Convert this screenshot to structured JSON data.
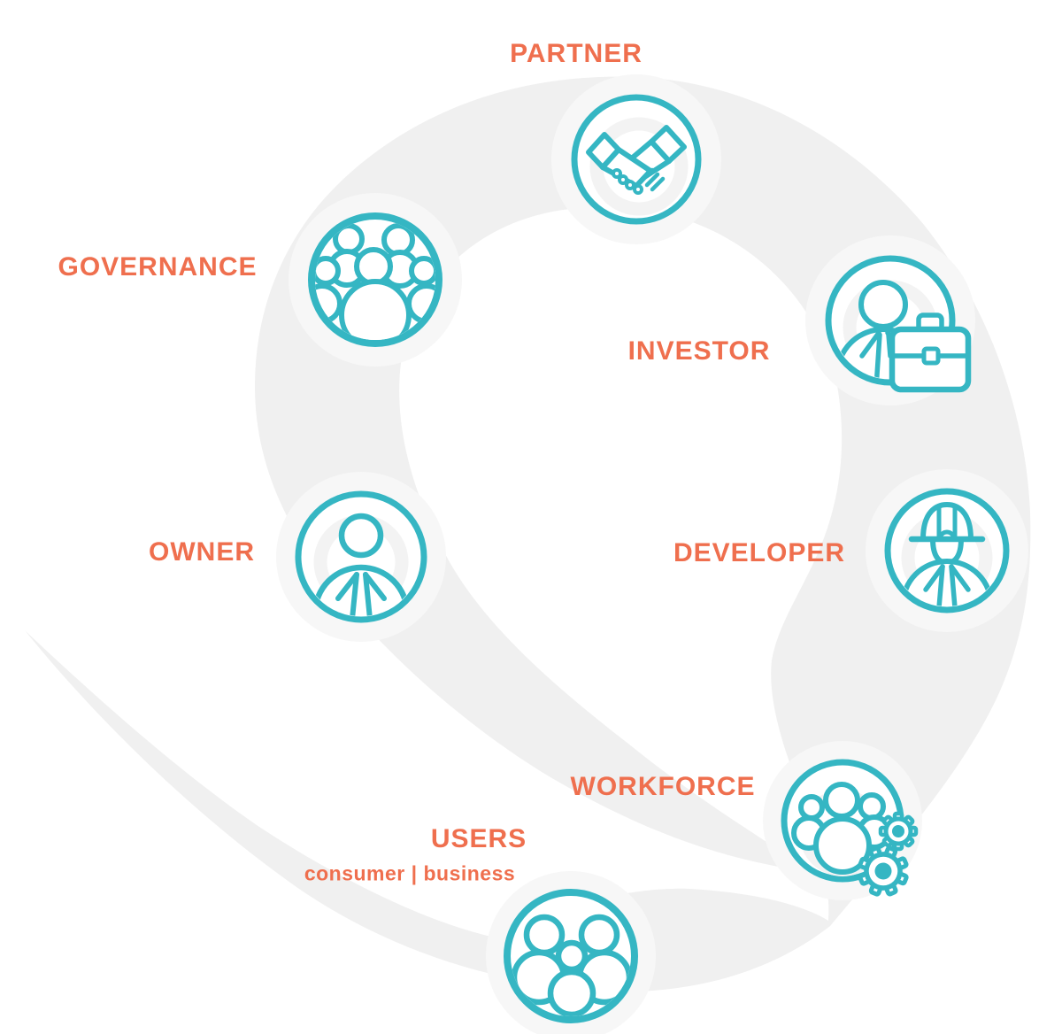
{
  "diagram": {
    "type": "stakeholder-cycle",
    "background_shape": "gray-spiral-swoosh",
    "colors": {
      "label_orange": "#EF6F4E",
      "icon_teal": "#35B6C3",
      "swirl_gray": "#F0F0F0",
      "halo_gray": "#F7F7F7"
    }
  },
  "stakeholders": [
    {
      "label": "PARTNER",
      "icon": "handshake-icon"
    },
    {
      "label": "GOVERNANCE",
      "icon": "people-group-icon"
    },
    {
      "label": "INVESTOR",
      "icon": "businessperson-briefcase-icon"
    },
    {
      "label": "DEVELOPER",
      "icon": "hardhat-worker-icon"
    },
    {
      "label": "WORKFORCE",
      "icon": "team-gears-icon"
    },
    {
      "label": "USERS",
      "sublabel": "consumer | business",
      "icon": "family-icon"
    },
    {
      "label": "OWNER",
      "icon": "person-tie-icon"
    }
  ]
}
